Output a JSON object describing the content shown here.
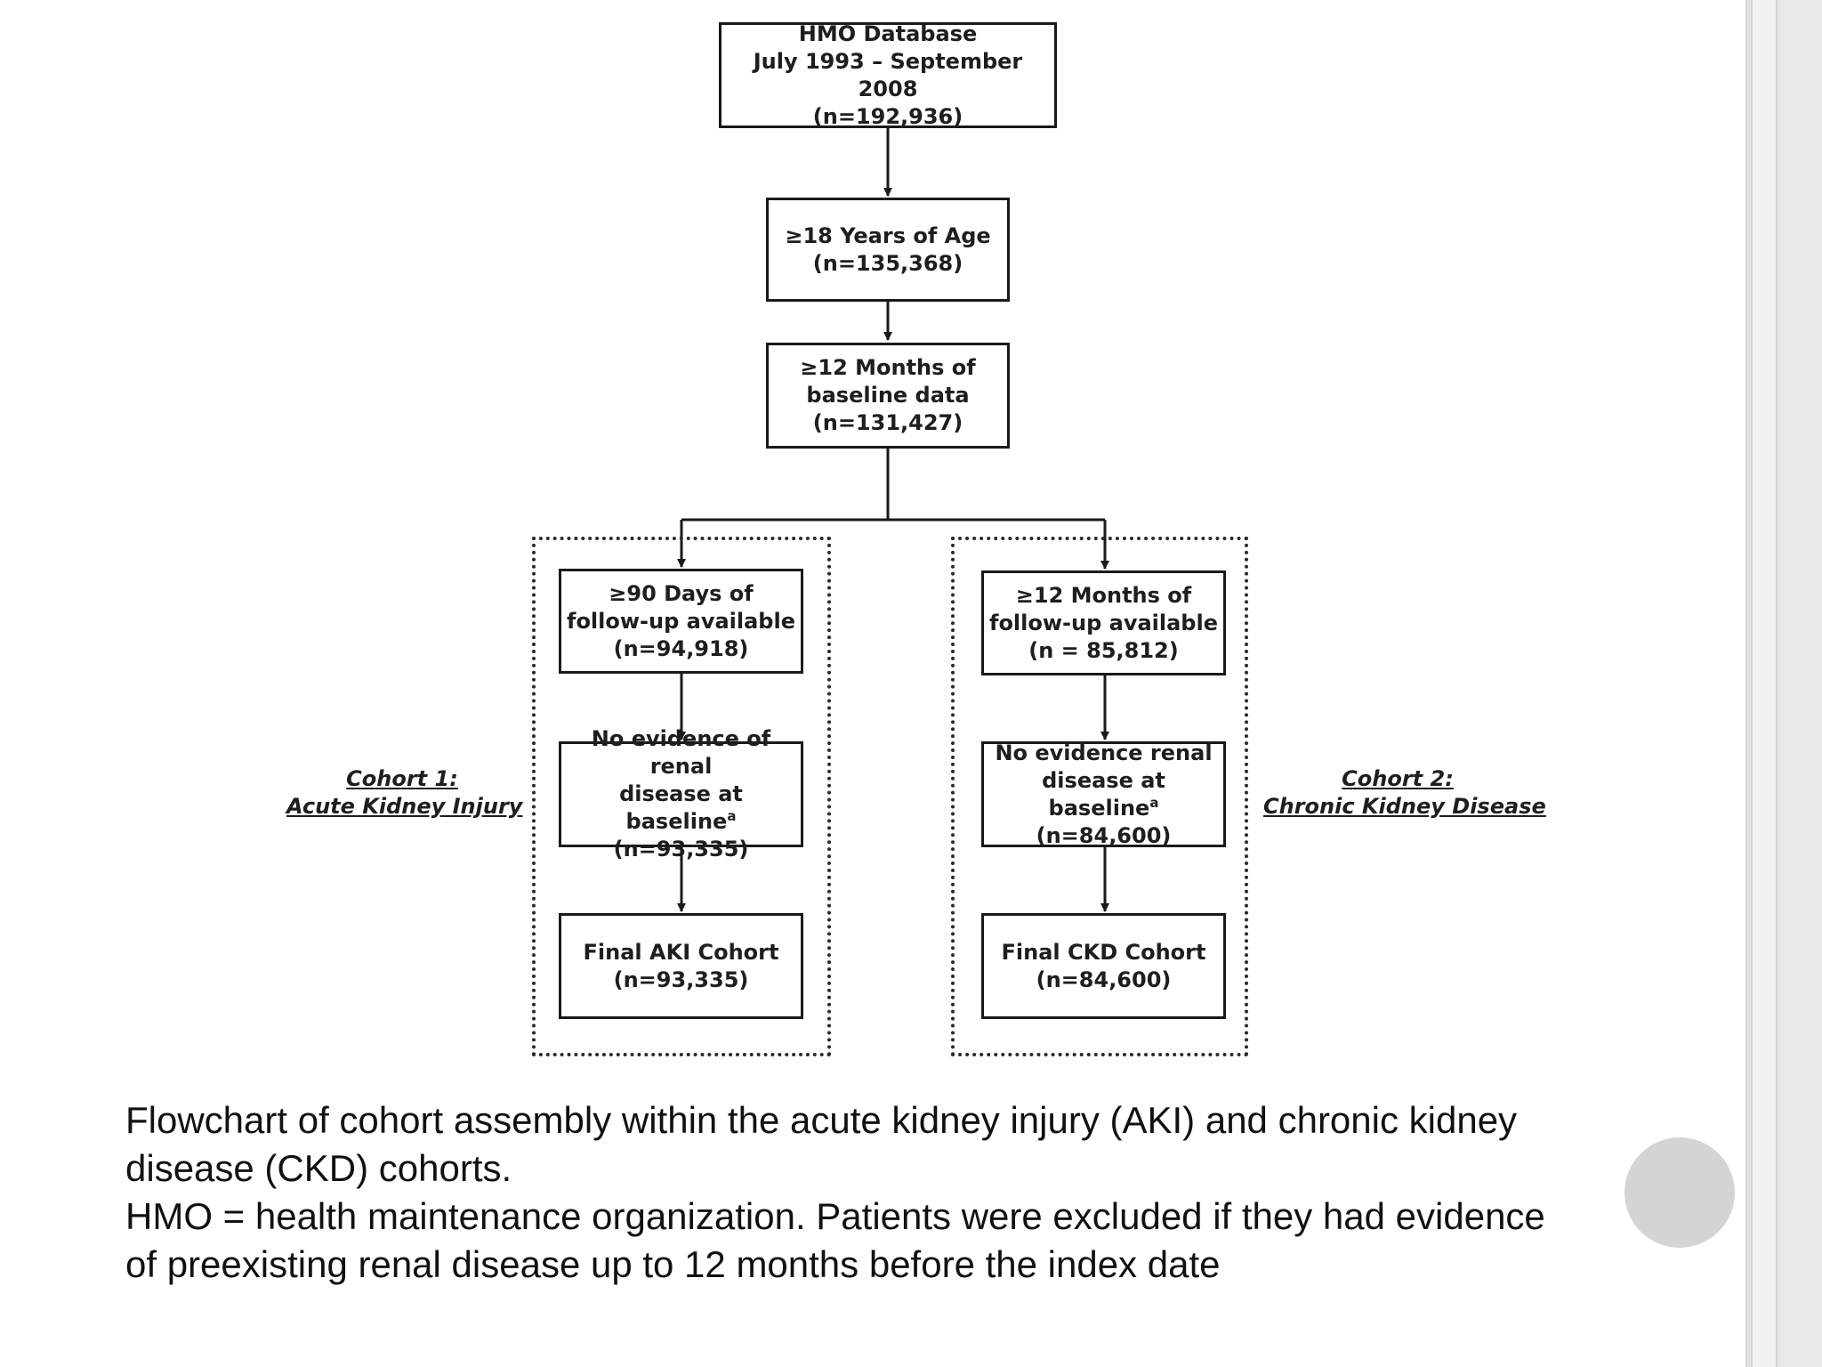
{
  "flowchart": {
    "hmo": {
      "line1": "HMO Database",
      "line2": "July 1993 – September 2008",
      "line3": "(n=192,936)"
    },
    "age": {
      "line1": "≥18 Years of Age",
      "line2": "(n=135,368)"
    },
    "baseline": {
      "line1": "≥12 Months of",
      "line2": "baseline data",
      "line3": "(n=131,427)"
    },
    "aki": {
      "followup": {
        "line1": "≥90 Days of",
        "line2": "follow-up available",
        "line3": "(n=94,918)"
      },
      "renal": {
        "line1": "No evidence of renal",
        "line2": "disease at baseline",
        "sup": "a",
        "line3": "(n=93,335)"
      },
      "final": {
        "line1": "Final AKI Cohort",
        "line2": "(n=93,335)"
      },
      "label": {
        "line1": "Cohort 1:",
        "line2": "Acute Kidney Injury"
      }
    },
    "ckd": {
      "followup": {
        "line1": "≥12 Months of",
        "line2": "follow-up available",
        "line3": "(n = 85,812)"
      },
      "renal": {
        "line1": "No evidence renal",
        "line2": "disease at baseline",
        "sup": "a",
        "line3": "(n=84,600)"
      },
      "final": {
        "line1": "Final CKD Cohort",
        "line2": "(n=84,600)"
      },
      "label": {
        "line1": "Cohort 2:",
        "line2": "Chronic Kidney Disease"
      }
    }
  },
  "caption": {
    "line1": "Flowchart of cohort assembly within the acute kidney injury (AKI) and chronic kidney",
    "line2": "disease (CKD) cohorts.",
    "line3": "HMO = health maintenance organization. Patients were excluded if they had evidence",
    "line4": "of preexisting renal disease up to 12 months before the index date"
  }
}
